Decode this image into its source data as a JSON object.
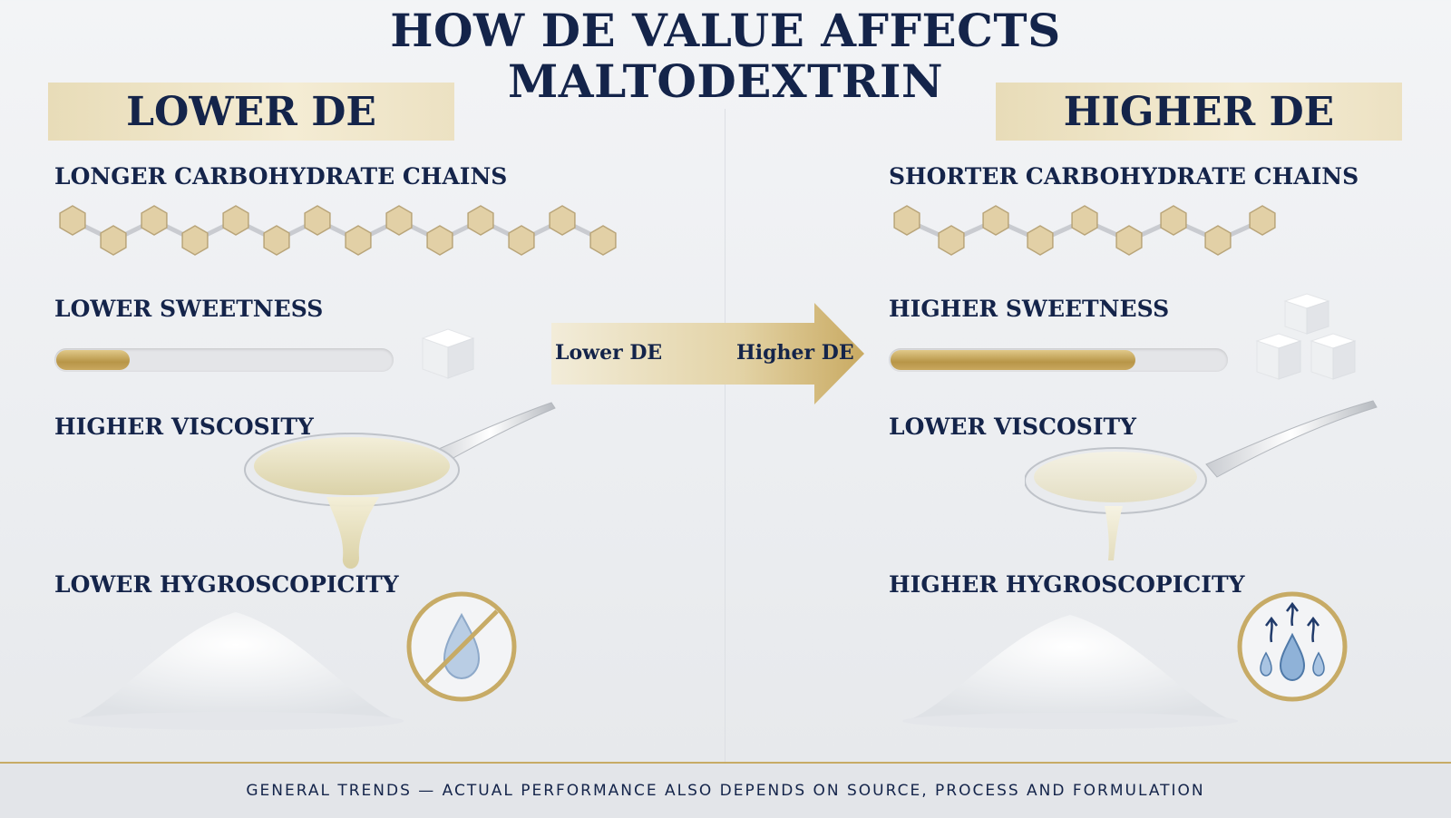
{
  "title": {
    "line1": "HOW DE VALUE AFFECTS",
    "line2": "MALTODEXTRIN"
  },
  "left": {
    "heading": "LOWER DE",
    "chains_label": "LONGER CARBOHYDRATE CHAINS",
    "sweetness_label": "LOWER SWEETNESS",
    "sweetness_level": 0.22,
    "viscosity_label": "HIGHER VISCOSITY",
    "hygroscopicity_label": "LOWER HYGROSCOPICITY"
  },
  "right": {
    "heading": "HIGHER DE",
    "chains_label": "SHORTER CARBOHYDRATE CHAINS",
    "sweetness_label": "HIGHER SWEETNESS",
    "sweetness_level": 0.73,
    "viscosity_label": "LOWER VISCOSITY",
    "hygroscopicity_label": "HIGHER HYGROSCOPICITY"
  },
  "arrow": {
    "from_label": "Lower DE",
    "to_label": "Higher DE"
  },
  "footer": "GENERAL TRENDS — ACTUAL PERFORMANCE ALSO DEPENDS ON SOURCE, PROCESS AND FORMULATION",
  "colors": {
    "navy": "#14244a",
    "gold": "#c7ab66",
    "molecule": "#e2d0a6"
  },
  "icons": [
    "molecule-chain-icon",
    "sugar-cube-icon",
    "spoon-syrup-icon",
    "powder-pile-icon",
    "no-moisture-icon",
    "moisture-absorb-icon"
  ]
}
